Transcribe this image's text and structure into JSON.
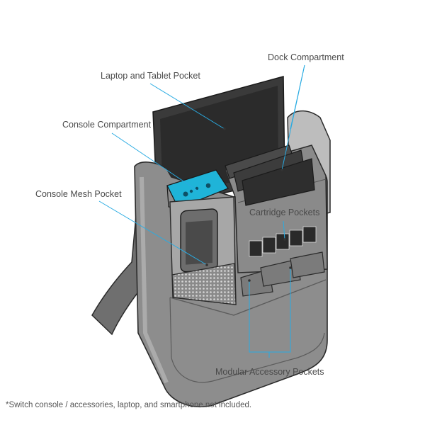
{
  "callouts": {
    "dock_compartment": "Dock Compartment",
    "laptop_tablet_pocket": "Laptop and Tablet Pocket",
    "console_compartment": "Console Compartment",
    "console_mesh_pocket": "Console Mesh Pocket",
    "cartridge_pockets": "Cartridge Pockets",
    "modular_accessory_pockets": "Modular Accessory Pockets"
  },
  "footnote": "*Switch console / accessories, laptop, and smartphone not included.",
  "colors": {
    "leader_line": "#29abe2",
    "bag_fill": "#8d8d8d",
    "bag_light": "#cfcfcf",
    "device_dark": "#2b2b2b",
    "joycon": "#1fb4d8"
  }
}
